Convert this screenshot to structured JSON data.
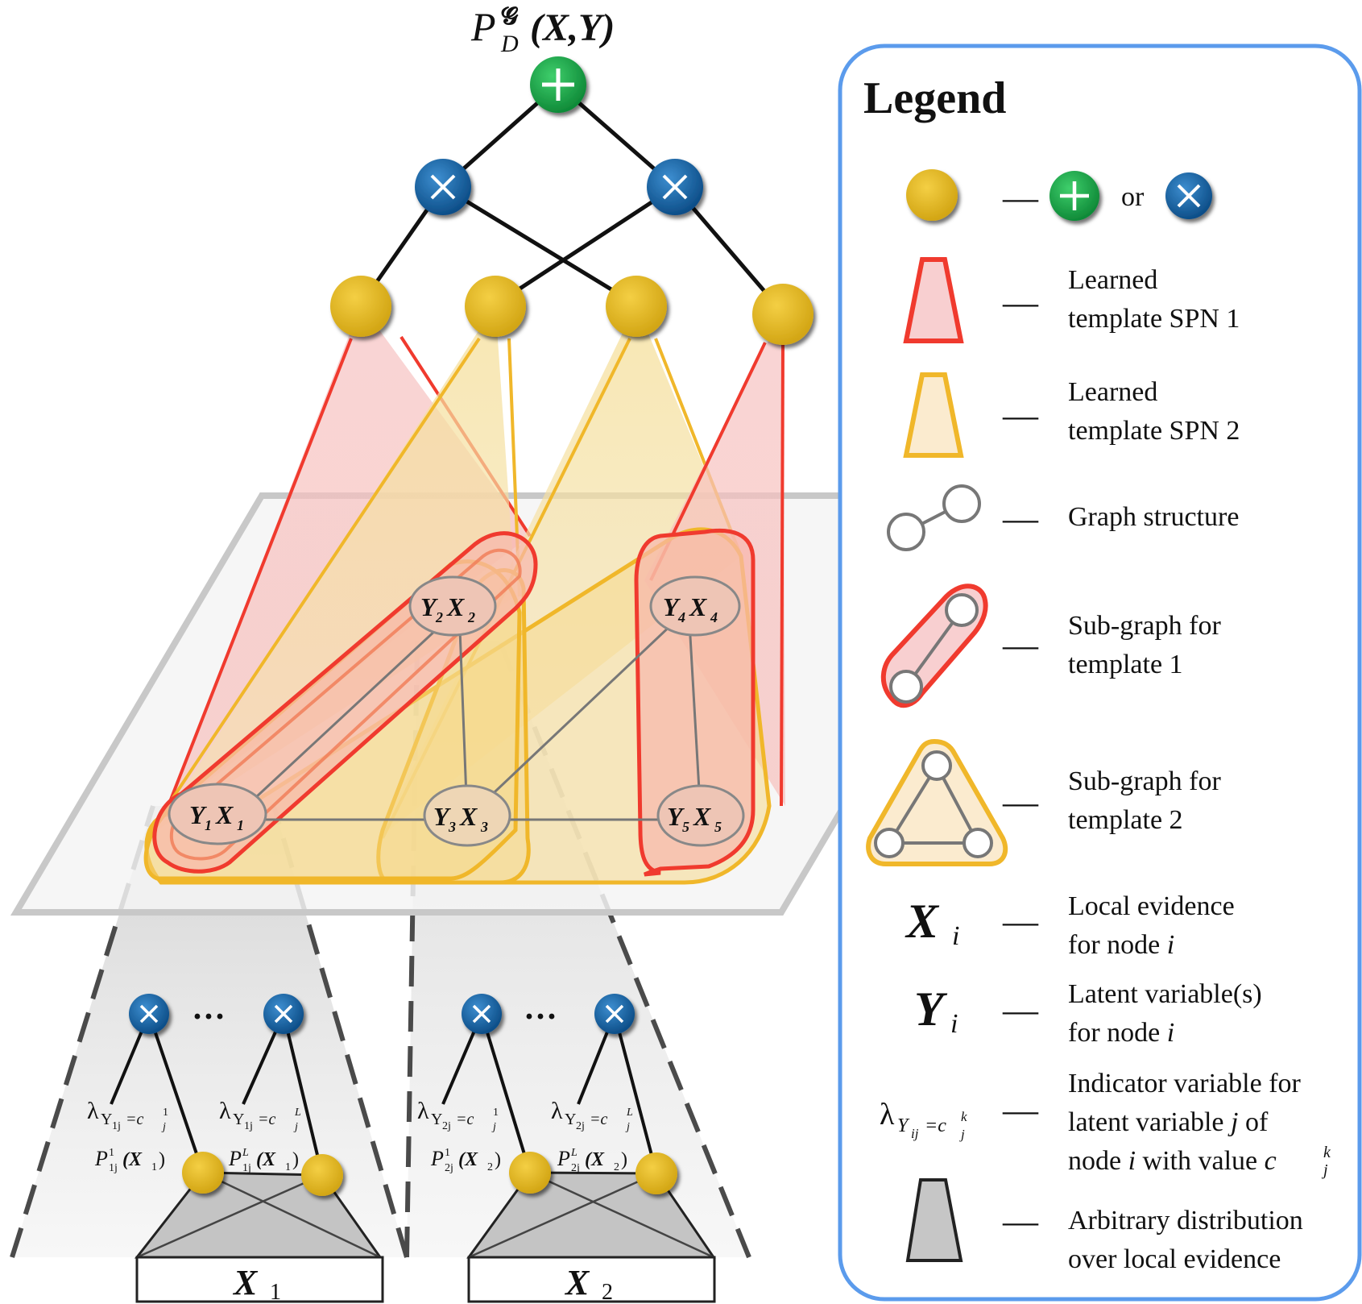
{
  "title": {
    "text": "P",
    "sup": "𝓖",
    "sub": "D",
    "args": "(X,Y)"
  },
  "graph_nodes": [
    {
      "y": "Y",
      "yi": "1",
      "x": "X",
      "xi": "1"
    },
    {
      "y": "Y",
      "yi": "2",
      "x": "X",
      "xi": "2"
    },
    {
      "y": "Y",
      "yi": "3",
      "x": "X",
      "xi": "3"
    },
    {
      "y": "Y",
      "yi": "4",
      "x": "X",
      "xi": "4"
    },
    {
      "y": "Y",
      "yi": "5",
      "x": "X",
      "xi": "5"
    }
  ],
  "bottom": {
    "left": {
      "dots": "···",
      "lambda1": {
        "sym": "λ",
        "sub": "Y",
        "subsub": "1j",
        "eq": "=c",
        "sup": "1",
        "supsub": "j"
      },
      "lambdaL": {
        "sym": "λ",
        "sub": "Y",
        "subsub": "1j",
        "eq": "=c",
        "sup": "L",
        "supsub": "j"
      },
      "p1": {
        "P": "P",
        "sup": "1",
        "sub": "1j",
        "arg": "(X",
        "argsub": "1",
        "close": ")"
      },
      "pL": {
        "P": "P",
        "sup": "L",
        "sub": "1j",
        "arg": "(X",
        "argsub": "1",
        "close": ")"
      },
      "box": {
        "main": "X",
        "sub": "1"
      }
    },
    "right": {
      "dots": "···",
      "lambda1": {
        "sym": "λ",
        "sub": "Y",
        "subsub": "2j",
        "eq": "=c",
        "sup": "1",
        "supsub": "j"
      },
      "lambdaL": {
        "sym": "λ",
        "sub": "Y",
        "subsub": "2j",
        "eq": "=c",
        "sup": "L",
        "supsub": "j"
      },
      "p1": {
        "P": "P",
        "sup": "1",
        "sub": "2j",
        "arg": "(X",
        "argsub": "2",
        "close": ")"
      },
      "pL": {
        "P": "P",
        "sup": "L",
        "sub": "2j",
        "arg": "(X",
        "argsub": "2",
        "close": ")"
      },
      "box": {
        "main": "X",
        "sub": "2"
      }
    }
  },
  "legend": {
    "title": "Legend",
    "dash": "—",
    "or": "or",
    "items": [
      {
        "line1": "Learned",
        "line2": "template SPN 1"
      },
      {
        "line1": "Learned",
        "line2": "template SPN 2"
      },
      {
        "line1": "Graph structure",
        "line2": ""
      },
      {
        "line1": "Sub-graph for",
        "line2": "template 1"
      },
      {
        "line1": "Sub-graph for",
        "line2": "template 2"
      },
      {
        "line1": "Local evidence",
        "line2": "for node ",
        "var": "i"
      },
      {
        "line1": "Latent variable(s)",
        "line2": "for node ",
        "var": "i"
      },
      {
        "line1": "Indicator variable for",
        "line2a": "latent variable ",
        "var_j": "j",
        "line2b": " of",
        "line3a": "node ",
        "var_i": "i",
        "line3b": " with value ",
        "c": "c",
        "csup": "k",
        "csub": "j"
      },
      {
        "line1": "Arbitrary distribution",
        "line2": "over local evidence"
      }
    ],
    "sym_xi": {
      "main": "X",
      "sub": "i"
    },
    "sym_yi": {
      "main": "Y",
      "sub": "i"
    },
    "sym_lambda": {
      "sym": "λ",
      "sub": "Y",
      "subsub": "ij",
      "eq": "=c",
      "sup": "k",
      "supsub": "j"
    }
  },
  "colors": {
    "sum_node": "#1aa34a",
    "product_node": "#1b67a8",
    "leaf_node": "#e7b924",
    "template1": "#f03a2e",
    "template2": "#f0b72a",
    "legend_border": "#5b9bec"
  }
}
